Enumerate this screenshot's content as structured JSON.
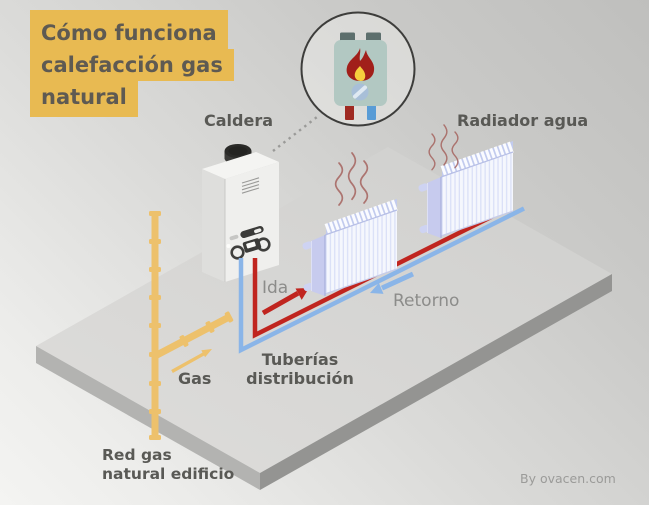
{
  "title": {
    "line1": "Cómo funciona",
    "line2": "calefacción gas",
    "line3": "natural"
  },
  "labels": {
    "boiler": "Caldera",
    "radiator": "Radiador agua",
    "supply": "Ida",
    "return": "Retorno",
    "gas": "Gas",
    "pipes_line1": "Tuberías",
    "pipes_line2": "distribución",
    "network_line1": "Red gas",
    "network_line2": "natural edificio"
  },
  "credit": "By ovacen.com",
  "icons": {
    "badge": "boiler-icon",
    "flame": "flame-icon",
    "dial": "dial-icon",
    "heat": "heat-waves-icon",
    "gas_arrow": "arrow-up-right-icon",
    "supply_arrow": "arrow-up-right-icon",
    "return_arrow": "arrow-down-left-icon"
  },
  "colors": {
    "title_box": "#e8ba52",
    "title_text": "#5e5a52",
    "label_dark": "#595955",
    "label_gray": "#8c8c8a",
    "credit_gray": "#9b9b99",
    "pipe_red": "#c0251f",
    "pipe_blue": "#8ab5e8",
    "gas_yellow": "#edc16c",
    "floor_top": "#d7d7d5",
    "floor_left": "#b3b3b1",
    "floor_right": "#949492",
    "radiator_panel": "#c7cbee",
    "radiator_face": "#f5f7fd",
    "radiator_fins": "#c2cbee",
    "boiler_front": "#efefed",
    "boiler_side": "#dededc",
    "boiler_icon_body": "#b2c8c2",
    "flame_red": "#a11f1a",
    "flame_yellow": "#f6ce3d",
    "heat_wave": "#a35c58"
  }
}
